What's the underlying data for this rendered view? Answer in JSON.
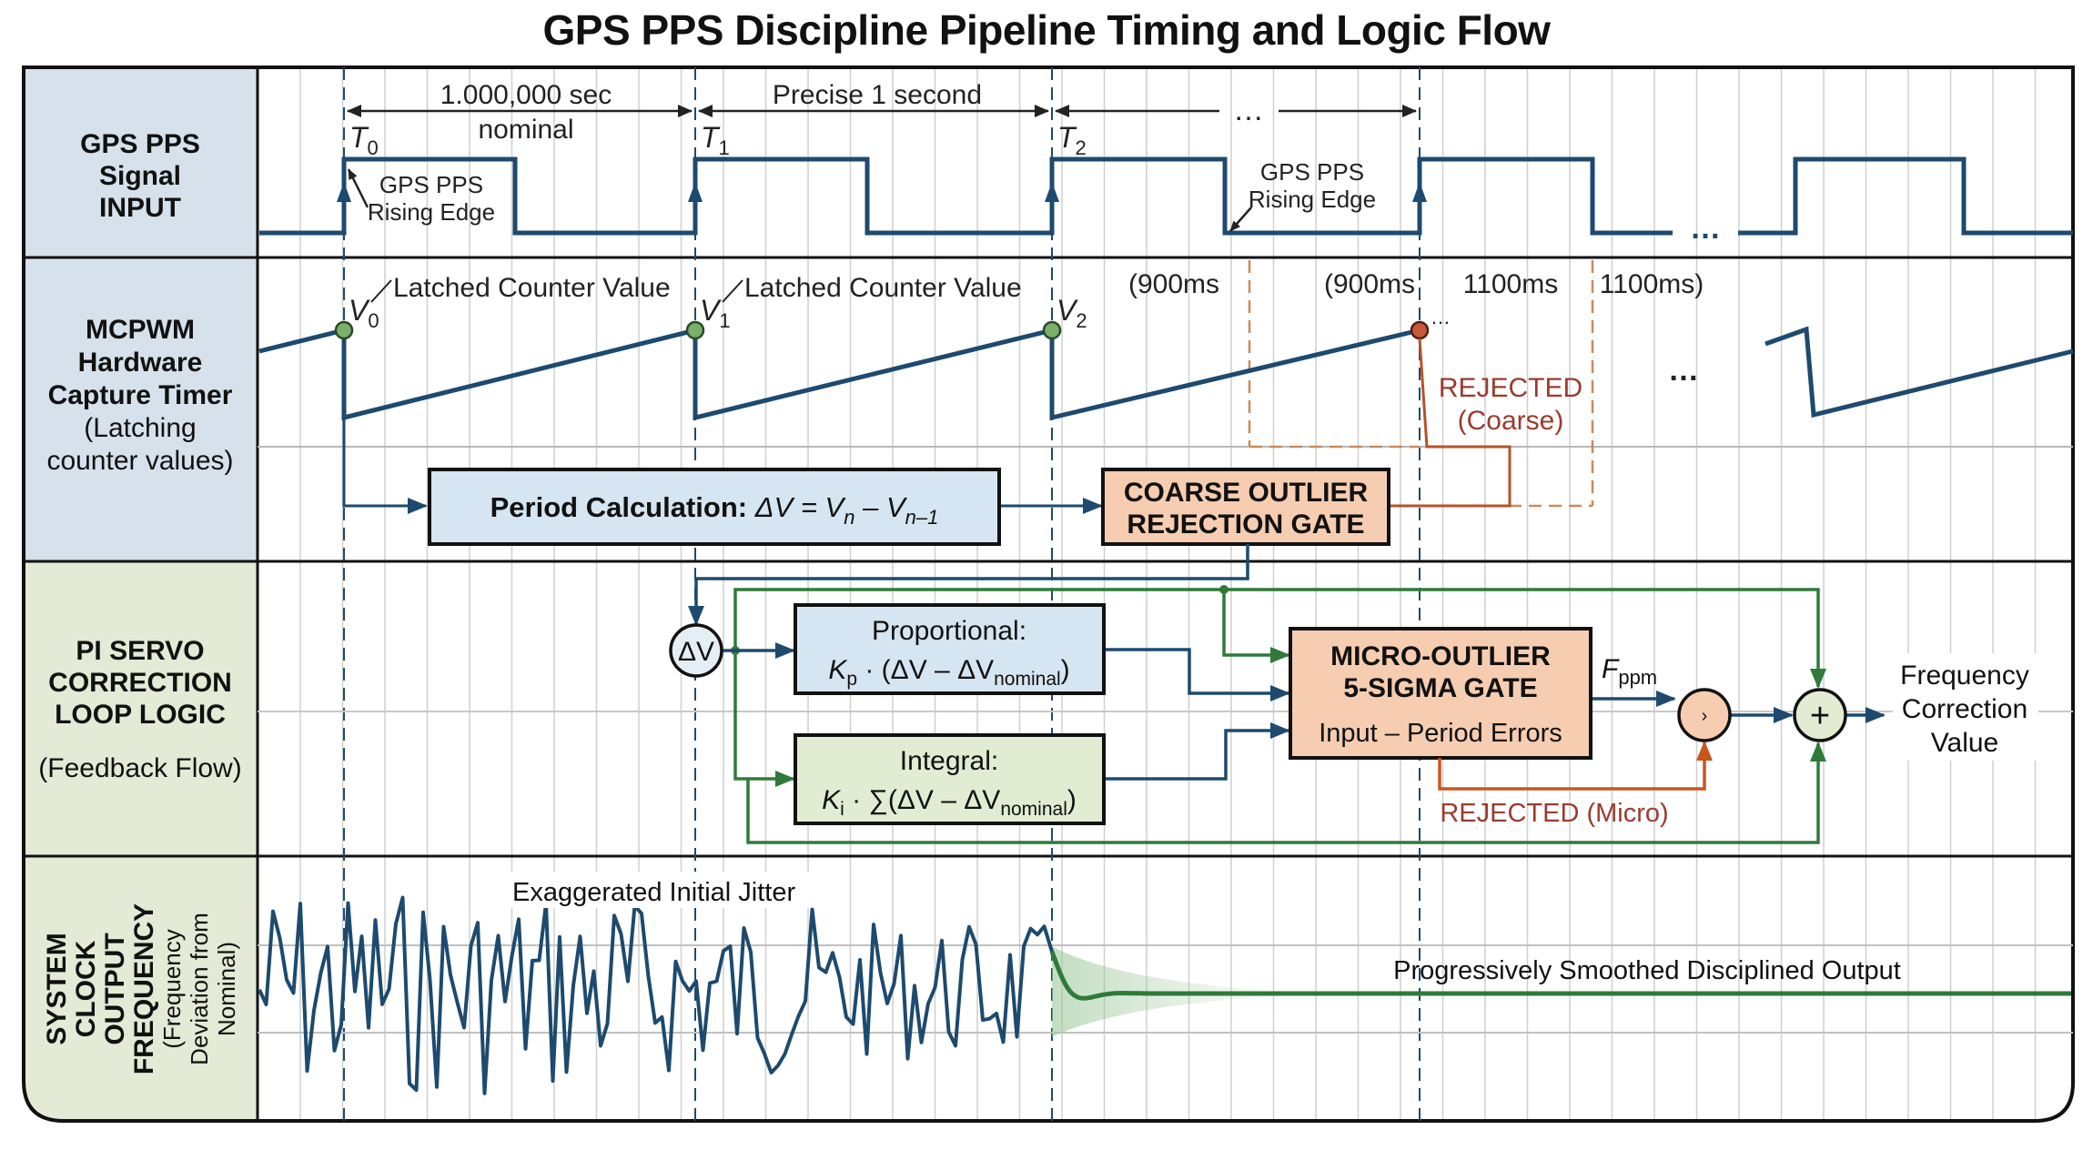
{
  "title": "GPS PPS Discipline Pipeline Timing and Logic Flow",
  "colors": {
    "row_label_blue": "#d6e1ec",
    "row_label_green": "#e4ead5",
    "signal_blue": "#1d4a6e",
    "flow_green": "#2f7a3a",
    "reject_orange": "#b5532a",
    "reject_text": "#9a3b2e",
    "box_blue": "#d5e5f1",
    "box_orange": "#f6cdb0",
    "box_green": "#e2ecd2",
    "grid": "#c8c8c8"
  },
  "rows": [
    {
      "id": "gps",
      "label_lines": [
        "GPS PPS",
        "Signal",
        "INPUT"
      ],
      "sublabel_lines": []
    },
    {
      "id": "mcpwm",
      "label_lines": [
        "MCPWM",
        "Hardware",
        "Capture Timer"
      ],
      "sublabel_lines": [
        "(Latching",
        "counter values)"
      ]
    },
    {
      "id": "pi",
      "label_lines": [
        "PI SERVO",
        "CORRECTION",
        "LOOP LOGIC"
      ],
      "sublabel_lines": [
        "(Feedback Flow)"
      ]
    },
    {
      "id": "output",
      "label_lines": [
        "SYSTEM",
        "CLOCK",
        "OUTPUT",
        "FREQUENCY"
      ],
      "sublabel_lines": [
        "(Frequency",
        "Deviation from",
        "Nominal)"
      ]
    }
  ],
  "gps_row": {
    "edges": [
      {
        "label": "T",
        "sub": "0"
      },
      {
        "label": "T",
        "sub": "1"
      },
      {
        "label": "T",
        "sub": "2"
      }
    ],
    "interval_1_top": "1.000,000 sec",
    "interval_1_bottom": "nominal",
    "interval_2": "Precise 1 second",
    "interval_3": "…",
    "rising_edge_label_1": [
      "GPS PPS",
      "Rising Edge"
    ],
    "rising_edge_label_2": [
      "GPS PPS",
      "Rising Edge"
    ],
    "ellipsis": "…"
  },
  "mcpwm_row": {
    "latch_points": [
      {
        "label": "V",
        "sub": "0",
        "annotation": "Latched Counter Value"
      },
      {
        "label": "V",
        "sub": "1",
        "annotation": "Latched Counter Value"
      },
      {
        "label": "V",
        "sub": "2",
        "annotation": ""
      }
    ],
    "window_labels": [
      "(900ms",
      "(900ms",
      "1100ms",
      "1100ms)"
    ],
    "rejected_point_suffix": "…",
    "rejected_coarse": [
      "REJECTED",
      "(Coarse)"
    ],
    "ellipsis": "…",
    "period_calc_prefix": "Period Calculation:",
    "period_calc_formula": {
      "lhs": "ΔV = ",
      "v1": "V",
      "s1": "n",
      "minus": " – ",
      "v2": "V",
      "s2": "n–1"
    },
    "coarse_gate": [
      "COARSE OUTLIER",
      "REJECTION GATE"
    ]
  },
  "pi_row": {
    "delta_v_node": "ΔV",
    "proportional_title": "Proportional:",
    "proportional_formula": {
      "k": "K",
      "ksub": "p",
      "body": " · (ΔV – ΔV",
      "nom": "nominal",
      "close": ")"
    },
    "integral_title": "Integral:",
    "integral_formula": {
      "k": "K",
      "ksub": "i",
      "body": " · ∑(ΔV – ΔV",
      "nom": "nominal",
      "close": ")"
    },
    "micro_gate": [
      "MICRO-OUTLIER",
      "5-SIGMA GATE"
    ],
    "micro_gate_sub": "Input – Period Errors",
    "fppm": {
      "f": "F",
      "sub": "ppm"
    },
    "mult_node": "›",
    "sum_node": "+",
    "rejected_micro": "REJECTED (Micro)",
    "output_label": [
      "Frequency",
      "Correction",
      "Value"
    ]
  },
  "output_row": {
    "jitter_label": "Exaggerated Initial Jitter",
    "smoothed_label": "Progressively Smoothed Disciplined Output"
  }
}
